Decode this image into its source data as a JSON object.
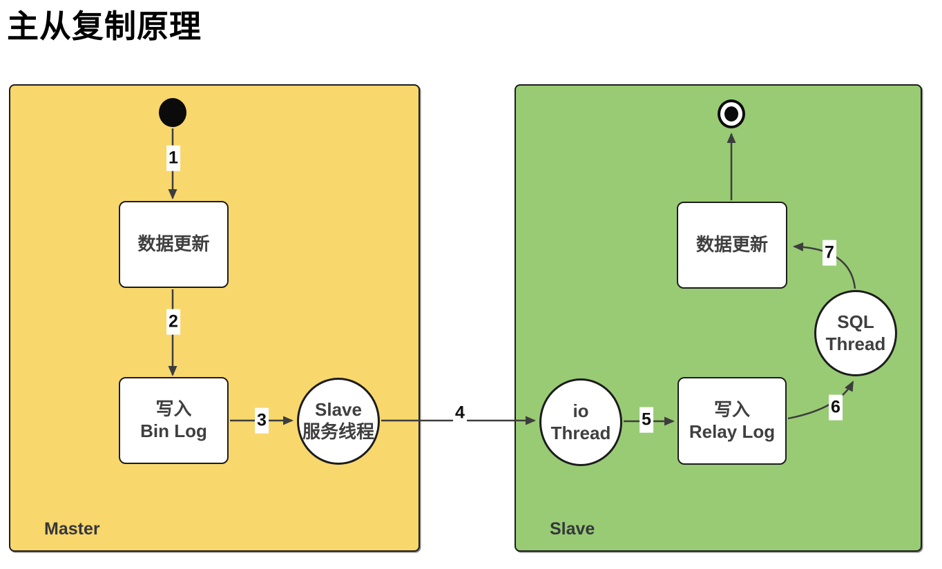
{
  "title": "主从复制原理",
  "containers": {
    "master": {
      "label": "Master",
      "fill": "#F8D76C"
    },
    "slave": {
      "label": "Slave",
      "fill": "#99CB74"
    }
  },
  "nodes": {
    "master_update": {
      "label": "数据更新"
    },
    "master_binlog": {
      "line1": "写入",
      "line2": "Bin Log"
    },
    "slave_service_thread": {
      "line1": "Slave",
      "line2": "服务线程"
    },
    "io_thread": {
      "line1": "io",
      "line2": "Thread"
    },
    "relay_log": {
      "line1": "写入",
      "line2": "Relay Log"
    },
    "sql_thread": {
      "line1": "SQL",
      "line2": "Thread"
    },
    "slave_update": {
      "label": "数据更新"
    }
  },
  "edge_labels": {
    "n1": "1",
    "n2": "2",
    "n3": "3",
    "n4": "4",
    "n5": "5",
    "n6": "6",
    "n7": "7"
  },
  "colors": {
    "master_fill": "#F8D76C",
    "slave_fill": "#99CB74",
    "border": "#1c1c1c",
    "arrow": "#3d3d3d",
    "node_text": "#3f3f3f",
    "container_label_text": "#34373c",
    "title_text": "#000000",
    "node_fill": "#ffffff"
  }
}
